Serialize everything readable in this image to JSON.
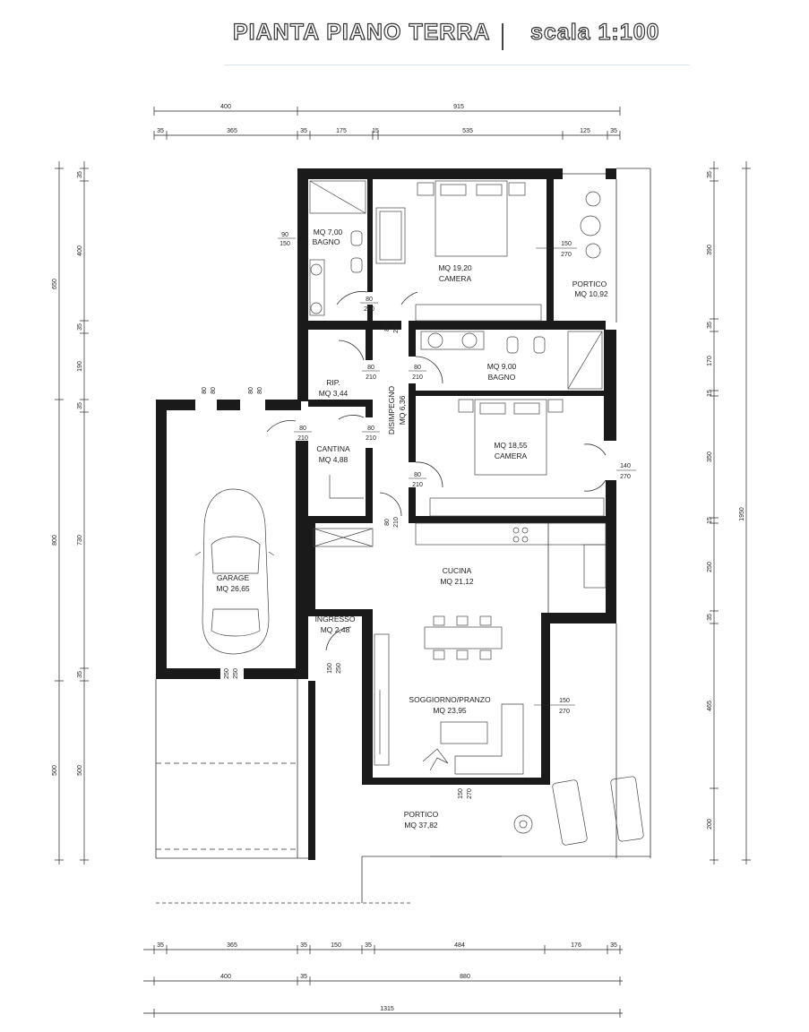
{
  "header": {
    "title": "PIANTA PIANO TERRA",
    "scale": "scala 1:100"
  },
  "dimensions": {
    "top_row1": [
      "400",
      "915"
    ],
    "top_row2": [
      "35",
      "365",
      "35",
      "175",
      "15",
      "535",
      "125",
      "35"
    ],
    "bottom_row1": [
      "35",
      "365",
      "35",
      "150",
      "35",
      "484",
      "176",
      "35"
    ],
    "bottom_row2": [
      "400",
      "35",
      "880"
    ],
    "bottom_total": "1315",
    "left_outer": [
      "650",
      "800",
      "500"
    ],
    "left_inner": [
      "35",
      "400",
      "35",
      "190",
      "35",
      "730",
      "35",
      "500"
    ],
    "right_inner": [
      "35",
      "390",
      "35",
      "170",
      "15",
      "350",
      "15",
      "250",
      "35",
      "465",
      "200"
    ],
    "right_outer": "1950"
  },
  "rooms": [
    {
      "id": "bagno1",
      "name": "BAGNO",
      "area": "MQ 7,00"
    },
    {
      "id": "camera1",
      "name": "CAMERA",
      "area": "MQ 19,20"
    },
    {
      "id": "portico1",
      "name": "PORTICO",
      "area": "MQ 10,92"
    },
    {
      "id": "rip",
      "name": "RIP.",
      "area": "MQ 3,44"
    },
    {
      "id": "bagno2",
      "name": "BAGNO",
      "area": "MQ 9,00"
    },
    {
      "id": "disimpegno",
      "name": "DISIMPEGNO",
      "area": "MQ 6,36"
    },
    {
      "id": "camera2",
      "name": "CAMERA",
      "area": "MQ 18,55"
    },
    {
      "id": "cantina",
      "name": "CANTINA",
      "area": "MQ 4,88"
    },
    {
      "id": "garage",
      "name": "GARAGE",
      "area": "MQ 26,65"
    },
    {
      "id": "cucina",
      "name": "CUCINA",
      "area": "MQ 21,12"
    },
    {
      "id": "ingresso",
      "name": "INGRESSO",
      "area": "MQ 2,48"
    },
    {
      "id": "soggiorno",
      "name": "SOGGIORNO/PRANZO",
      "area": "MQ 23,95"
    },
    {
      "id": "portico2",
      "name": "PORTICO",
      "area": "MQ 37,82"
    }
  ],
  "openings": {
    "o90_150": [
      "90",
      "150"
    ],
    "o150_270_a": [
      "150",
      "270"
    ],
    "o80_210": [
      "80",
      "210"
    ],
    "o140_270": [
      "140",
      "270"
    ],
    "o150_250": [
      "150",
      "250"
    ],
    "o150_270_b": [
      "150",
      "270"
    ],
    "o150_270_c": [
      "150",
      "270"
    ],
    "o80_80": [
      "80",
      "80"
    ],
    "o250_250": [
      "250",
      "250"
    ]
  }
}
